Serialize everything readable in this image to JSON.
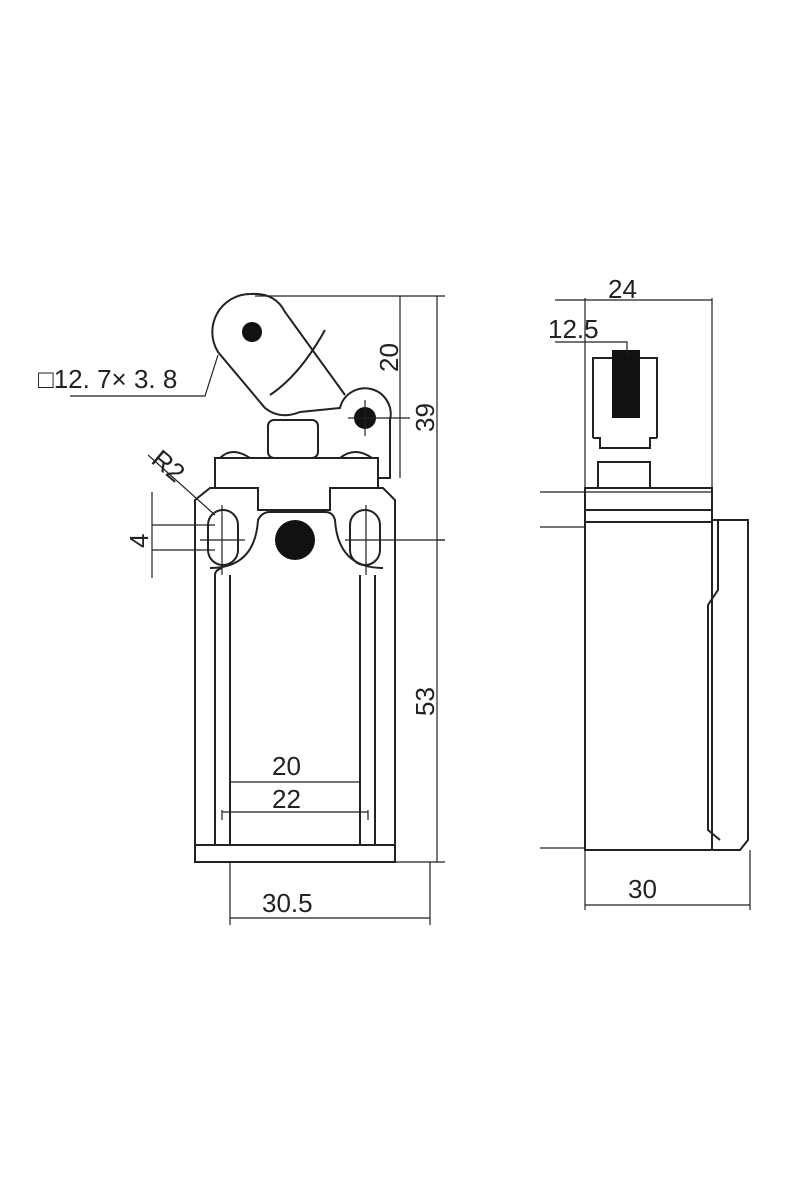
{
  "dimensions": {
    "roller": "□12. 7× 3. 8",
    "arm_height": "20",
    "total_height": "39",
    "radius": "R2",
    "slot": "4",
    "body_height": "53",
    "inner_20": "20",
    "inner_22": "22",
    "front_width": "30.5",
    "side_top": "24",
    "roller_offset": "12.5",
    "side_width": "30"
  }
}
